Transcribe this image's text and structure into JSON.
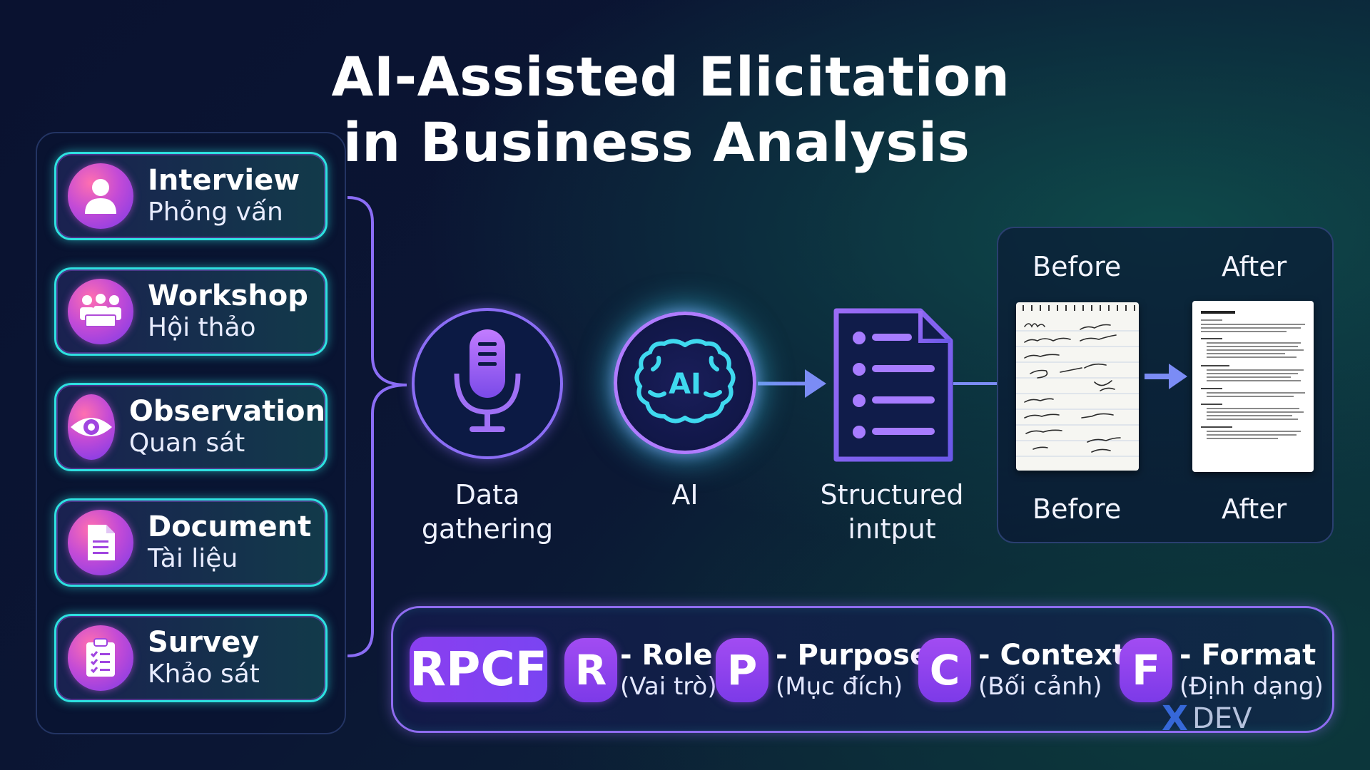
{
  "title": {
    "line1": "AI-Assisted Elicitation",
    "line2": "in Business Analysis"
  },
  "methods": [
    {
      "en": "Interview",
      "vi": "Phỏng vấn",
      "icon": "person-icon"
    },
    {
      "en": "Workshop",
      "vi": "Hội thảo",
      "icon": "group-icon"
    },
    {
      "en": "Observation",
      "vi": "Quan sát",
      "icon": "eye-icon"
    },
    {
      "en": "Document",
      "vi": "Tài liệu",
      "icon": "document-icon"
    },
    {
      "en": "Survey",
      "vi": "Khảo sát",
      "icon": "clipboard-icon"
    }
  ],
  "flow": {
    "data_gathering": {
      "line1": "Data",
      "line2": "gathering"
    },
    "ai": {
      "label": "AI",
      "brain_text": "AI"
    },
    "structured": {
      "line1": "Structured",
      "line2": "inıtput"
    }
  },
  "before_after": {
    "before_top": "Before",
    "after_top": "After",
    "before_bottom": "Before",
    "after_bottom": "After"
  },
  "rpcf": {
    "tag": "RPCF",
    "items": [
      {
        "letter": "R",
        "key": "- Role",
        "vi": "(Vai trò)"
      },
      {
        "letter": "P",
        "key": "- Purpose",
        "vi": "(Mục đích)"
      },
      {
        "letter": "C",
        "key": "- Context",
        "vi": "(Bối cảnh)"
      },
      {
        "letter": "F",
        "key": "- Format",
        "vi": "(Định dạng)"
      }
    ]
  },
  "watermark": {
    "x": "X",
    "text": "DEV"
  },
  "colors": {
    "cyan": "#2ee0e0",
    "purple": "#8b6df5",
    "magenta": "#c44bd6",
    "bg": "#0a1230"
  }
}
